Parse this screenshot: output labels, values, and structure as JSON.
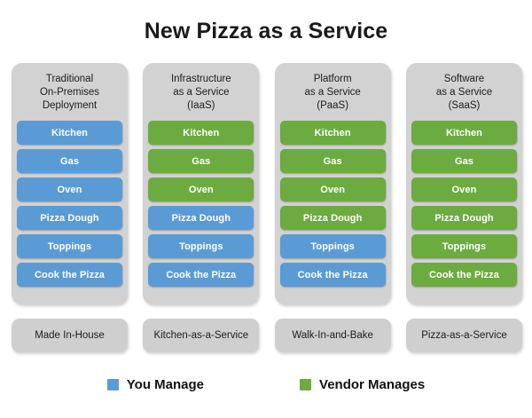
{
  "title": "New Pizza as a Service",
  "colors": {
    "you_manage": "#5b9bd5",
    "vendor_manages": "#6cab40",
    "panel_background": "#d2d2d2",
    "footer_background": "#cfcfcf",
    "page_background": "#ffffff",
    "text_dark": "#1c1c1c"
  },
  "columns": [
    {
      "header_lines": [
        "Traditional",
        "On-Premises",
        "Deployment"
      ],
      "items": [
        {
          "label": "Kitchen",
          "owner": "you"
        },
        {
          "label": "Gas",
          "owner": "you"
        },
        {
          "label": "Oven",
          "owner": "you"
        },
        {
          "label": "Pizza Dough",
          "owner": "you"
        },
        {
          "label": "Toppings",
          "owner": "you"
        },
        {
          "label": "Cook the Pizza",
          "owner": "you"
        }
      ],
      "footer": "Made In-House"
    },
    {
      "header_lines": [
        "Infrastructure",
        "as a Service",
        "(IaaS)"
      ],
      "items": [
        {
          "label": "Kitchen",
          "owner": "vendor"
        },
        {
          "label": "Gas",
          "owner": "vendor"
        },
        {
          "label": "Oven",
          "owner": "vendor"
        },
        {
          "label": "Pizza Dough",
          "owner": "you"
        },
        {
          "label": "Toppings",
          "owner": "you"
        },
        {
          "label": "Cook the Pizza",
          "owner": "you"
        }
      ],
      "footer": "Kitchen-as-a-Service"
    },
    {
      "header_lines": [
        "Platform",
        "as a Service",
        "(PaaS)"
      ],
      "items": [
        {
          "label": "Kitchen",
          "owner": "vendor"
        },
        {
          "label": "Gas",
          "owner": "vendor"
        },
        {
          "label": "Oven",
          "owner": "vendor"
        },
        {
          "label": "Pizza Dough",
          "owner": "vendor"
        },
        {
          "label": "Toppings",
          "owner": "you"
        },
        {
          "label": "Cook the Pizza",
          "owner": "you"
        }
      ],
      "footer": "Walk-In-and-Bake"
    },
    {
      "header_lines": [
        "Software",
        "as a Service",
        "(SaaS)"
      ],
      "items": [
        {
          "label": "Kitchen",
          "owner": "vendor"
        },
        {
          "label": "Gas",
          "owner": "vendor"
        },
        {
          "label": "Oven",
          "owner": "vendor"
        },
        {
          "label": "Pizza Dough",
          "owner": "vendor"
        },
        {
          "label": "Toppings",
          "owner": "vendor"
        },
        {
          "label": "Cook the Pizza",
          "owner": "vendor"
        }
      ],
      "footer": "Pizza-as-a-Service"
    }
  ],
  "legend": [
    {
      "label": "You Manage",
      "owner": "you"
    },
    {
      "label": "Vendor Manages",
      "owner": "vendor"
    }
  ]
}
